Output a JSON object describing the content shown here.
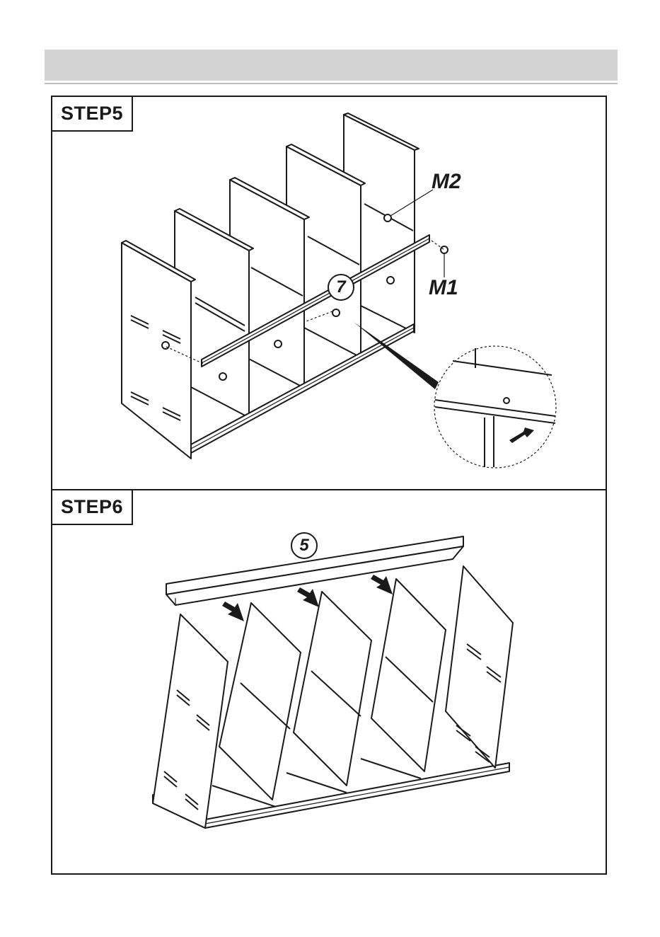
{
  "header": {
    "title": ""
  },
  "steps": [
    {
      "label": "STEP5",
      "part_number": "7",
      "hardware": [
        "M2",
        "M1"
      ]
    },
    {
      "label": "STEP6",
      "part_number": "5"
    }
  ]
}
